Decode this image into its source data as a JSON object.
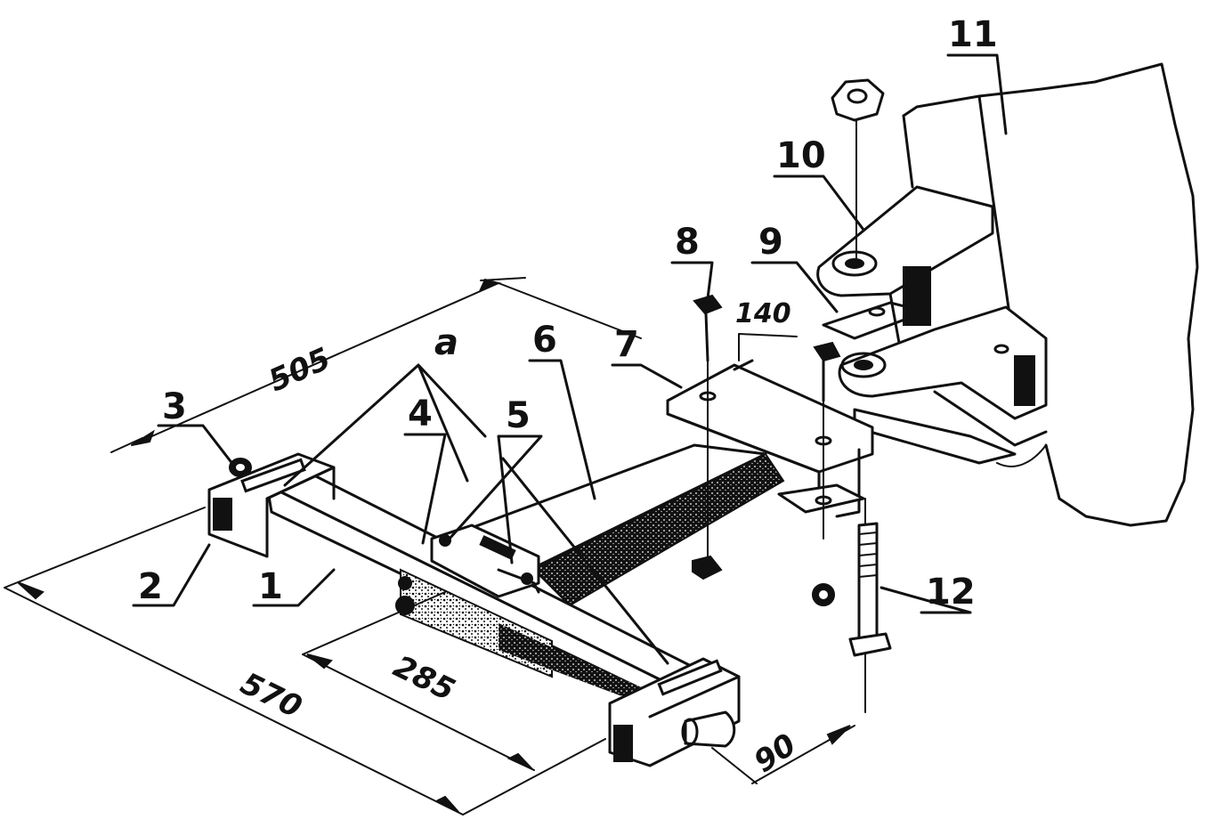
{
  "labels": {
    "l1": "1",
    "l2": "2",
    "l3": "3",
    "l4": "4",
    "l5": "5",
    "l6": "6",
    "l7": "7",
    "l8": "8",
    "l9": "9",
    "l10": "10",
    "l11": "11",
    "l12": "12",
    "la": "a"
  },
  "dimensions": {
    "d505": "505",
    "d140": "140",
    "d570": "570",
    "d285": "285",
    "d90": "90"
  },
  "colors": {
    "ink": "#111111",
    "paper": "#ffffff"
  }
}
